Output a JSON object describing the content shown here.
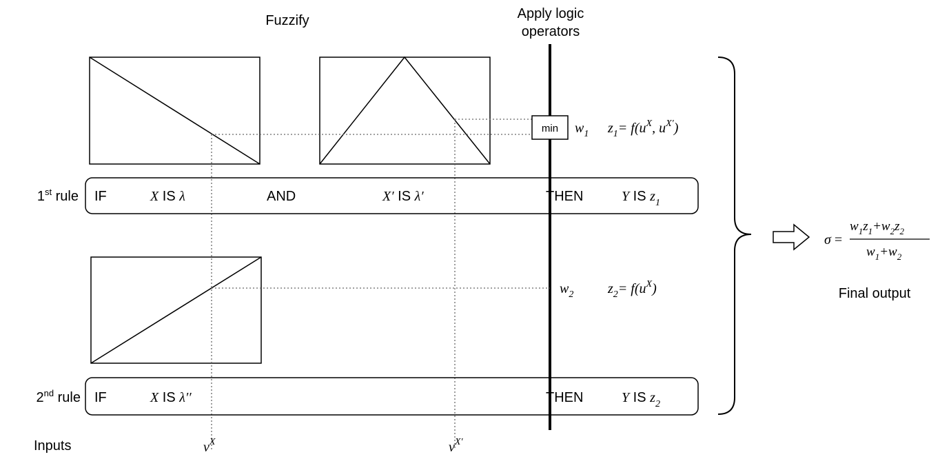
{
  "headers": {
    "fuzzify": "Fuzzify",
    "apply_line1": "Apply logic",
    "apply_line2": "operators"
  },
  "rules": [
    {
      "ord_num": "1",
      "ord_sup": "st",
      "ord_word": " rule",
      "if": "IF",
      "ante1_var": "X",
      "ante1_is": " IS ",
      "ante1_set": "λ",
      "and": "AND",
      "ante2_var": "X′",
      "ante2_is": " IS ",
      "ante2_set": "λ′",
      "then": "THEN",
      "cons_var": "Y",
      "cons_is": " IS ",
      "cons_z": "z",
      "cons_sub": "1"
    },
    {
      "ord_num": "2",
      "ord_sup": "nd",
      "ord_word": " rule",
      "if": "IF",
      "ante1_var": "X",
      "ante1_is": " IS ",
      "ante1_set": "λ′′",
      "then": "THEN",
      "cons_var": "Y",
      "cons_is": " IS ",
      "cons_z": "z",
      "cons_sub": "2"
    }
  ],
  "operator": {
    "min_label": "min"
  },
  "weights": {
    "w1": "w",
    "w1_sub": "1",
    "w2": "w",
    "w2_sub": "2"
  },
  "formulas": {
    "z1": {
      "z": "z",
      "sub": "1",
      "eq": "= f(u",
      "sup1": "X",
      "mid": ", u",
      "sup2": "X′",
      "end": ")"
    },
    "z2": {
      "z": "z",
      "sub": "2",
      "eq": "= f(u",
      "sup1": "X",
      "end": ")"
    }
  },
  "inputs": {
    "label": "Inputs",
    "v1": "v",
    "v1_sup": "X",
    "v2": "v",
    "v2_sup": "X′"
  },
  "output": {
    "sigma": "σ =",
    "num_w1": "w",
    "num_w1_sub": "1",
    "num_z1": "z",
    "num_z1_sub": "1",
    "num_plus": "+",
    "num_w2": "w",
    "num_w2_sub": "2",
    "num_z2": "z",
    "num_z2_sub": "2",
    "den_w1": "w",
    "den_w1_sub": "1",
    "den_plus": "+",
    "den_w2": "w",
    "den_w2_sub": "2",
    "label": "Final output"
  }
}
